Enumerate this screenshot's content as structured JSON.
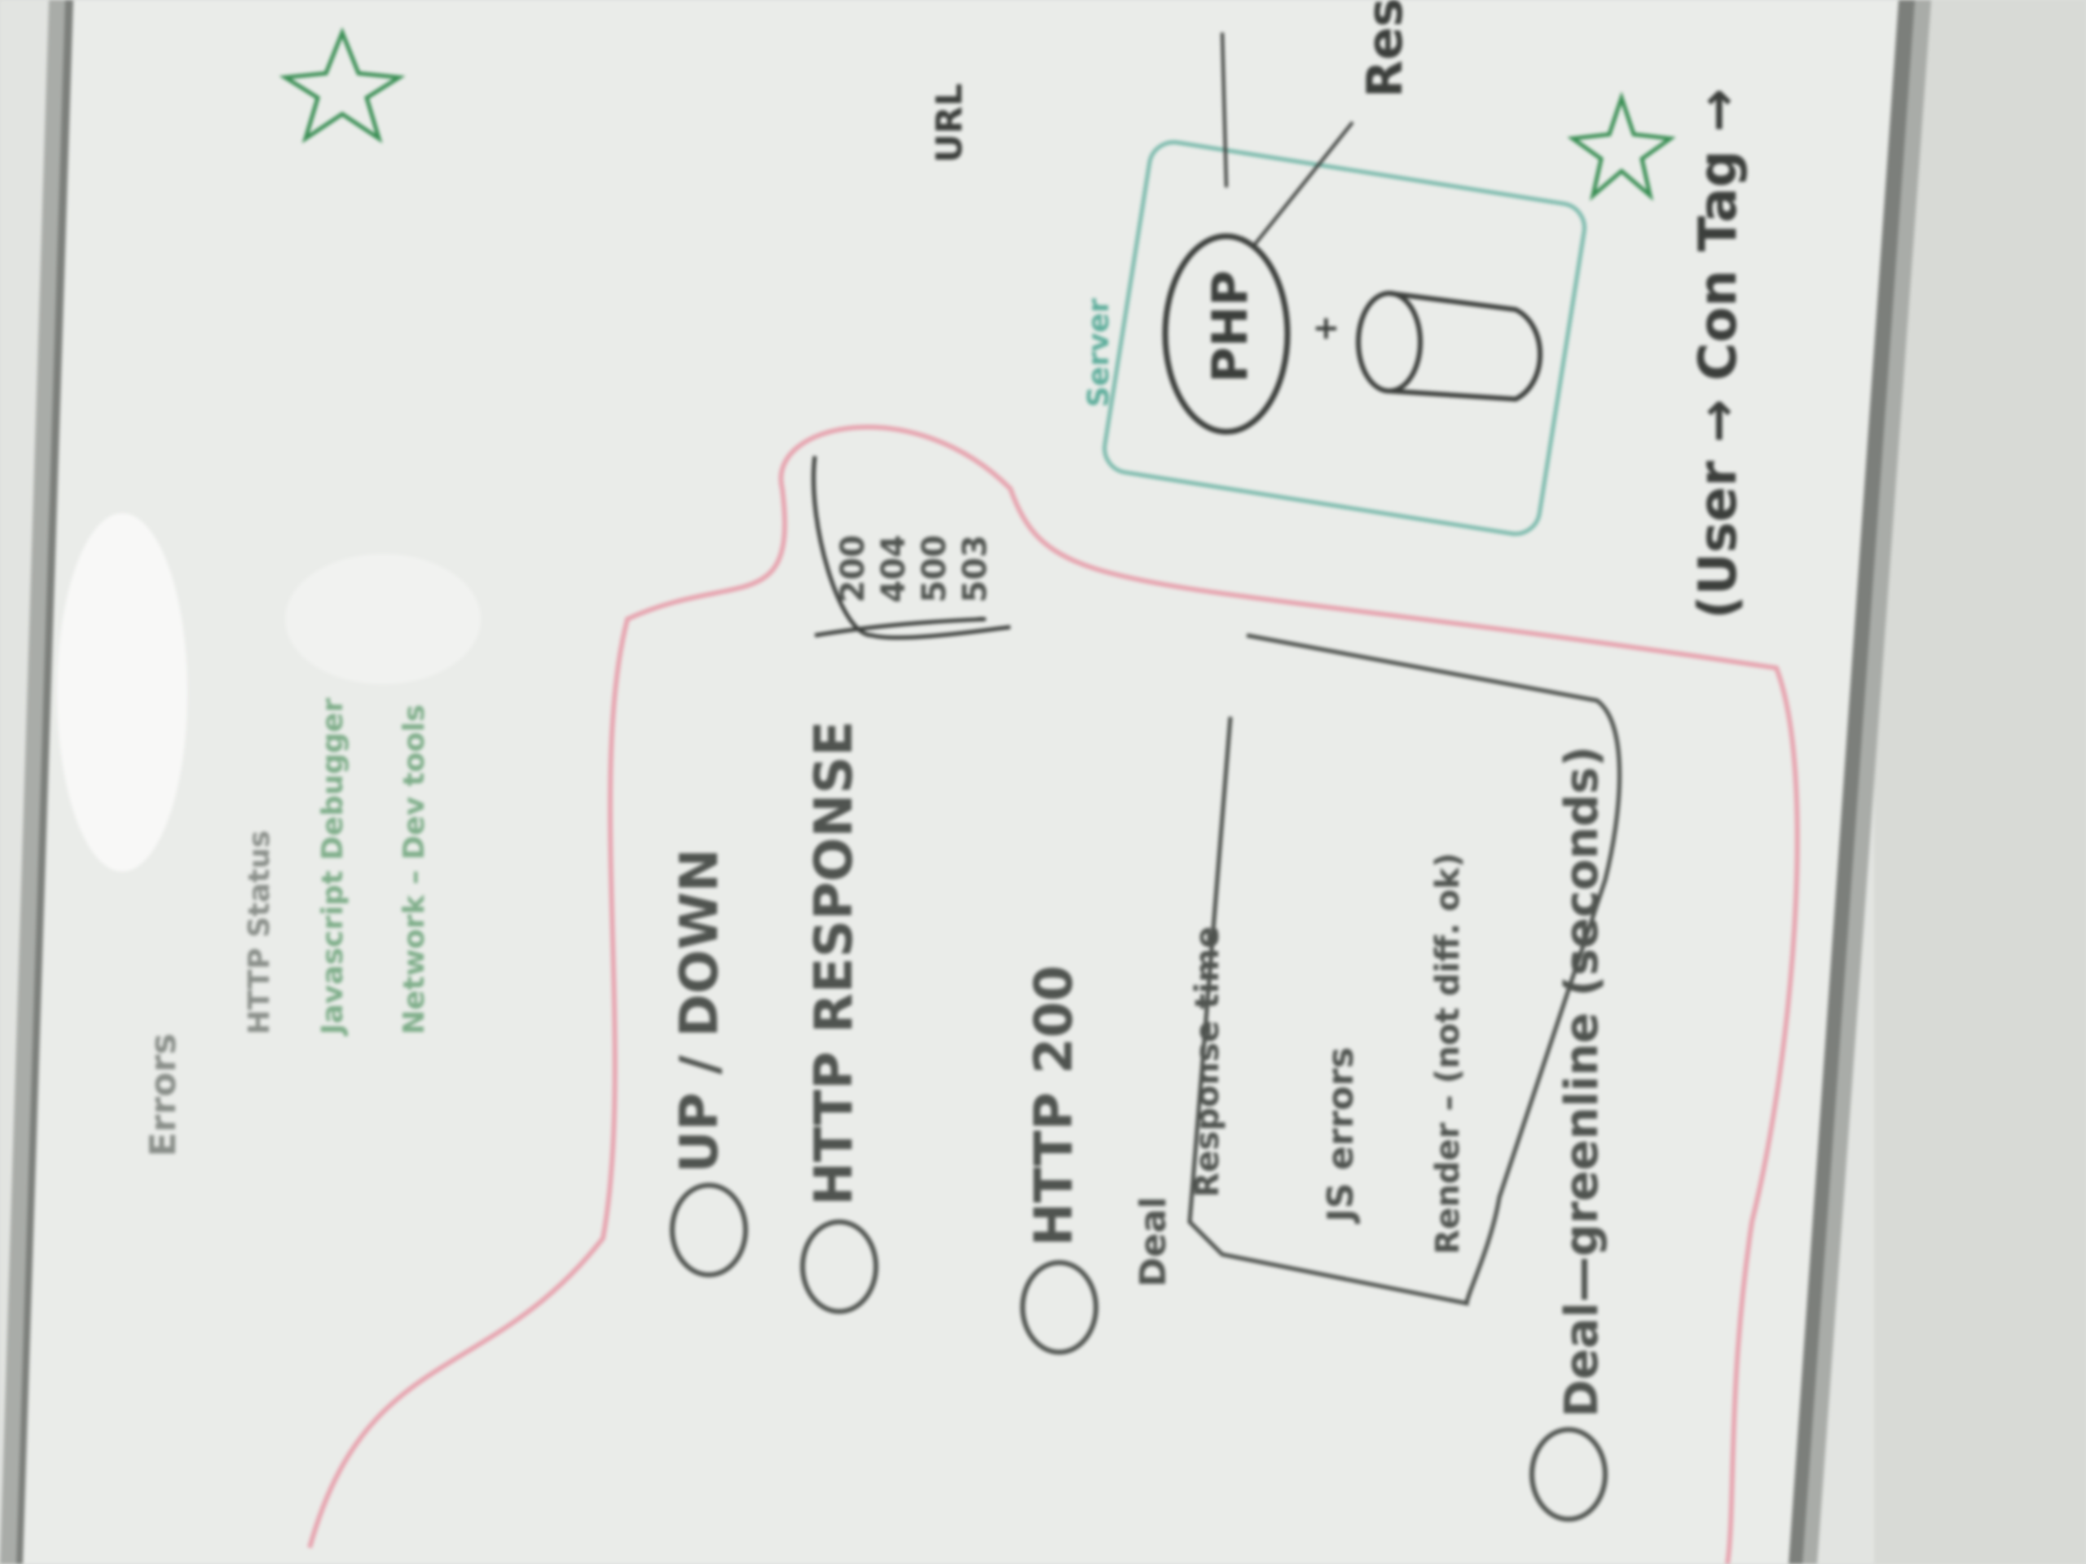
{
  "scene": {
    "description_free": true,
    "colors": {
      "wall": "#e4e6e3",
      "board": "#e9ebe8",
      "frame": "#a9aca8",
      "frame_dark": "#7c7f7b",
      "ink_black": "#3c3f3c",
      "ink_grey": "#6f736f",
      "ink_green": "#3b8f55",
      "ink_pink": "#e58e9c",
      "ink_teal": "#5fae9c"
    }
  },
  "board_text": {
    "item1": "UP / DOWN",
    "item2": "HTTP RESPONSE",
    "codes": [
      "200",
      "404",
      "500",
      "503"
    ],
    "item3": "HTTP 200",
    "deal_label": "Deal",
    "deal_lines": [
      "Response time",
      "JS errors",
      "Render – (not diff. ok)"
    ],
    "item4": "Deal—greenline (seconds)",
    "errors_title": "Errors",
    "errors_lines": [
      "HTTP Status",
      "Javascript Debugger",
      "Network – Dev tools"
    ],
    "server_label": "Server",
    "php_label": "PHP",
    "db_plus": "+",
    "res_label": "Res",
    "url_label": "URL",
    "bottom_line": "(User → Con Tag →"
  }
}
